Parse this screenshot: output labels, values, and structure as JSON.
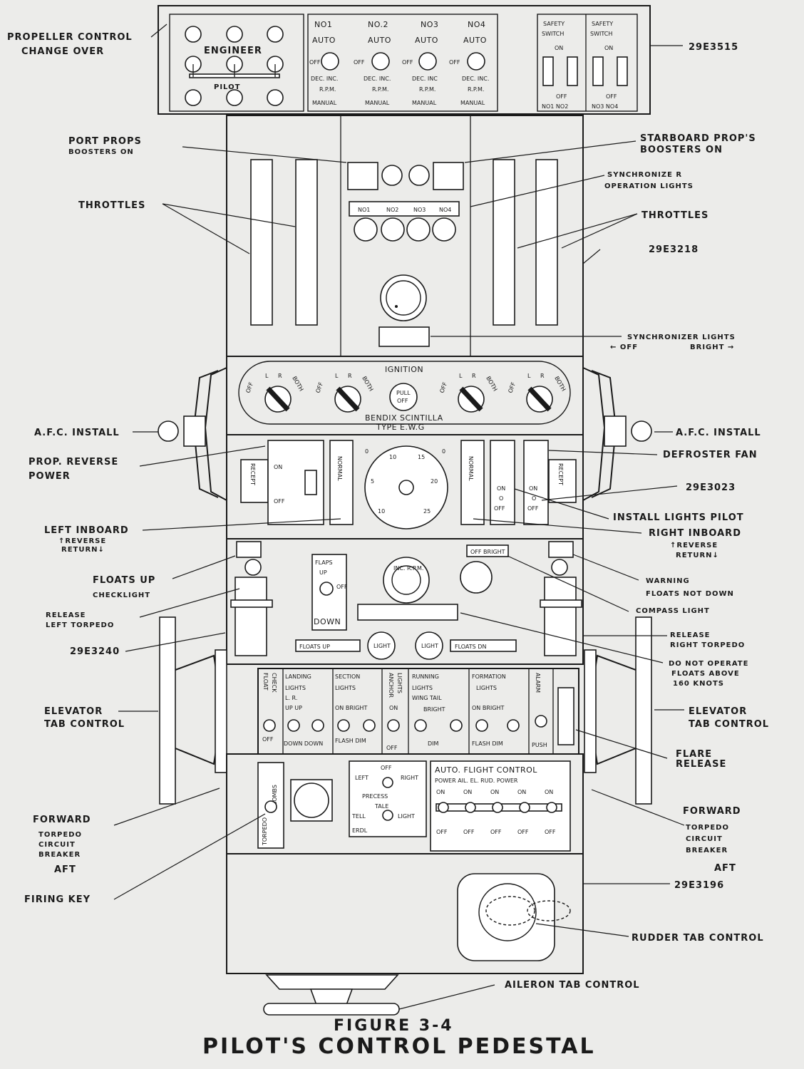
{
  "figure": {
    "number": "FIGURE 3-4",
    "title": "PILOT'S CONTROL PEDESTAL"
  },
  "labels": {
    "propeller_control": [
      "PROPELLER CONTROL",
      "CHANGE OVER"
    ],
    "ref_29e3515": "29E3515",
    "port_props": [
      "PORT PROPS",
      "BOOSTERS ON"
    ],
    "starboard_props": [
      "STARBOARD PROP'S",
      "BOOSTERS ON"
    ],
    "synchronizer_operation": [
      "SYNCHRONIZE R",
      "OPERATION LIGHTS"
    ],
    "throttles_left": "THROTTLES",
    "throttles_right": "THROTTLES",
    "ref_29e3218": "29E3218",
    "synchronizer_lights": "SYNCHRONIZER LIGHTS",
    "synchronizer_lights_off": "← OFF",
    "synchronizer_lights_bright": "BRIGHT →",
    "afc_install_left": "A.F.C. INSTALL",
    "afc_install_right": "A.F.C. INSTALL",
    "prop_reverse_power": [
      "PROP. REVERSE",
      "POWER"
    ],
    "defroster_fan": "DEFROSTER FAN",
    "ref_29e3023": "29E3023",
    "install_lights_pilot": "INSTALL LIGHTS PILOT",
    "left_inboard": "LEFT INBOARD",
    "left_inboard_sub": [
      "↑REVERSE",
      "RETURN↓"
    ],
    "right_inboard": "RIGHT INBOARD",
    "right_inboard_sub": [
      "↑REVERSE",
      "RETURN↓"
    ],
    "floats_up_checklight": [
      "FLOATS UP",
      "CHECKLIGHT"
    ],
    "warning": [
      "WARNING",
      "FLOATS NOT DOWN"
    ],
    "release_left": [
      "RELEASE",
      "LEFT TORPEDO"
    ],
    "compass_light": "COMPASS LIGHT",
    "ref_29e3240": "29E3240",
    "release_right": [
      "RELEASE",
      "RIGHT TORPEDO"
    ],
    "do_not_operate": [
      "DO NOT OPERATE",
      "FLOATS ABOVE",
      "160 KNOTS"
    ],
    "elevator_left": [
      "ELEVATOR",
      "TAB CONTROL"
    ],
    "elevator_right": [
      "ELEVATOR",
      "TAB CONTROL"
    ],
    "flare_release": [
      "FLARE",
      "RELEASE"
    ],
    "forward_left": "FORWARD",
    "torpedo_cb_left": [
      "TORPEDO",
      "CIRCUIT",
      "BREAKER"
    ],
    "aft_left": "AFT",
    "forward_right": "FORWARD",
    "torpedo_cb_right": [
      "TORPEDO",
      "CIRCUIT",
      "BREAKER"
    ],
    "aft_right": "AFT",
    "firing_key": "FIRING KEY",
    "ref_29e3196": "29E3196",
    "rudder_tab": "RUDDER TAB CONTROL",
    "aileron_tab": "AILERON TAB CONTROL"
  },
  "top_panel": {
    "engineer": "ENGINEER",
    "pilot": "PILOT",
    "props": [
      {
        "no": "NO1",
        "auto": "AUTO",
        "off": "OFF",
        "dec_inc": "DEC.  INC.",
        "rpm": "R.P.M.",
        "manual": "MANUAL"
      },
      {
        "no": "NO.2",
        "auto": "AUTO",
        "off": "OFF",
        "dec_inc": "DEC.  INC.",
        "rpm": "R.P.M.",
        "manual": "MANUAL"
      },
      {
        "no": "NO3",
        "auto": "AUTO",
        "off": "OFF",
        "dec_inc": "DEC.  INC",
        "rpm": "R.P.M.",
        "manual": "MANUAL"
      },
      {
        "no": "NO4",
        "auto": "AUTO",
        "off": "OFF",
        "dec_inc": "DEC.  INC.",
        "rpm": "R.P.M.",
        "manual": "MANUAL"
      }
    ],
    "safety": [
      {
        "title1": "SAFETY",
        "title2": "SWITCH",
        "on": "ON",
        "off": "OFF",
        "nos": "NO1  NO2"
      },
      {
        "title1": "SAFETY",
        "title2": "SWITCH",
        "on": "ON",
        "off": "OFF",
        "nos": "NO3  NO4"
      }
    ]
  },
  "sync_panel": {
    "lights": [
      "NO1",
      "NO2",
      "NO3",
      "NO4"
    ]
  },
  "ignition": {
    "title": "IGNITION",
    "pull_off": [
      "PULL",
      "OFF"
    ],
    "maker": "BENDIX SCINTILLA",
    "type": "TYPE E.W.G",
    "switch_positions": [
      "OFF",
      "L",
      "R",
      "BOTH"
    ]
  },
  "middle_panel": {
    "recept": "RECEPT",
    "on": "ON",
    "off": "OFF",
    "normal": "NORMAL",
    "dial_marks": [
      "0",
      "5",
      "10",
      "15",
      "20",
      "25",
      "10",
      "0"
    ],
    "on_o_off": [
      "ON",
      "O",
      "OFF"
    ]
  },
  "lower_panel": {
    "flaps": [
      "FLAPS",
      "UP",
      "OFF",
      "DOWN"
    ],
    "inc_rpm": "INC. R.P.M.",
    "off_bright": "OFF  BRIGHT",
    "floats_up": "FLOATS UP",
    "floats_dn": "FLOATS DN",
    "light": "LIGHT"
  },
  "switch_panel": {
    "sections": [
      {
        "title": [
          "FLOAT",
          "CHECK"
        ],
        "bottom": "OFF"
      },
      {
        "title": [
          "LANDING",
          "LIGHTS",
          "L.     R."
        ],
        "pos": "UP  UP",
        "bottom": "DOWN DOWN"
      },
      {
        "title": [
          "SECTION",
          "LIGHTS"
        ],
        "pos": "ON  BRIGHT",
        "bottom": "FLASH  DIM"
      },
      {
        "title": [
          "ANCHOR",
          "LIGHTS"
        ],
        "pos": "ON",
        "bottom": "OFF"
      },
      {
        "title": [
          "RUNNING",
          "LIGHTS",
          "WING TAIL"
        ],
        "pos": "BRIGHT",
        "bottom": "DIM"
      },
      {
        "title": [
          "FORMATION",
          "LIGHTS"
        ],
        "pos": "ON   BRIGHT",
        "bottom": "FLASH DIM"
      },
      {
        "title": [
          "ALARM"
        ],
        "bottom": "PUSH"
      }
    ]
  },
  "bottom_panel": {
    "torpedo_bombs": [
      "TORPEDO",
      "BOMBS"
    ],
    "precess": {
      "off": "OFF",
      "left": "LEFT",
      "right": "RIGHT",
      "label": "PRECESS"
    },
    "tale": {
      "label": "TALE",
      "tell": "TELL",
      "light": "LIGHT",
      "erdl": "ERDL"
    },
    "afc": {
      "title": "AUTO. FLIGHT CONTROL",
      "subtitle": "POWER AIL. EL. RUD. POWER",
      "on": [
        "ON",
        "ON",
        "ON",
        "ON",
        "ON"
      ],
      "off": [
        "OFF",
        "OFF",
        "OFF",
        "OFF",
        "OFF"
      ]
    }
  }
}
